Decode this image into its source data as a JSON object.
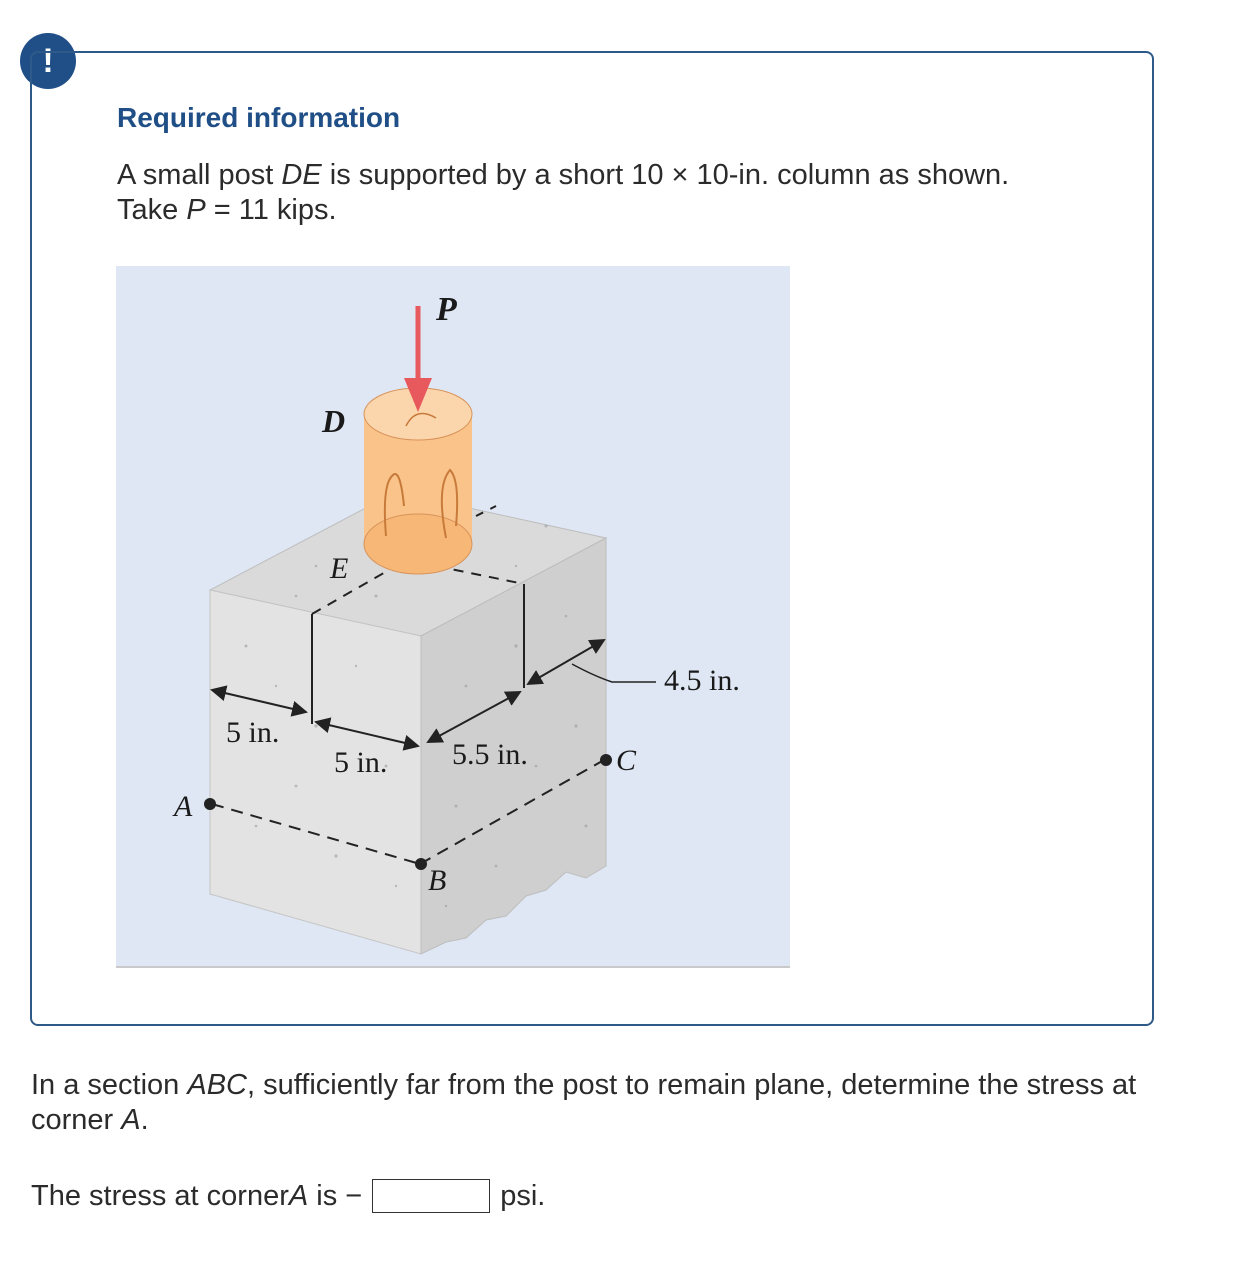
{
  "alert": {
    "symbol": "!"
  },
  "info": {
    "title": "Required information",
    "line1_pre": "A small post ",
    "line1_var": "DE",
    "line1_post": " is supported by a short 10 × 10-in. column as shown.",
    "line2_pre": "Take ",
    "line2_var": "P",
    "line2_post": " = 11 kips."
  },
  "figure": {
    "labels": {
      "load": "P",
      "top": "D",
      "post_base": "E",
      "corner_a": "A",
      "corner_b": "B",
      "corner_c": "C",
      "dim_left": "5 in.",
      "dim_mid": "5 in.",
      "dim_front": "5.5 in.",
      "dim_side": "4.5 in."
    },
    "colors": {
      "background": "#dfe7f4",
      "load_arrow": "#e8595e",
      "post": "#f9c38a",
      "concrete": "#d9d9d9"
    }
  },
  "question": {
    "pre": "In a section ",
    "var1": "ABC",
    "mid": ", sufficiently far from the post to remain plane, determine the stress at corner ",
    "var2": "A",
    "post": "."
  },
  "answer": {
    "label_pre": "The stress at corner ",
    "label_var": "A",
    "label_post": " is −",
    "value": "",
    "unit": "psi."
  }
}
